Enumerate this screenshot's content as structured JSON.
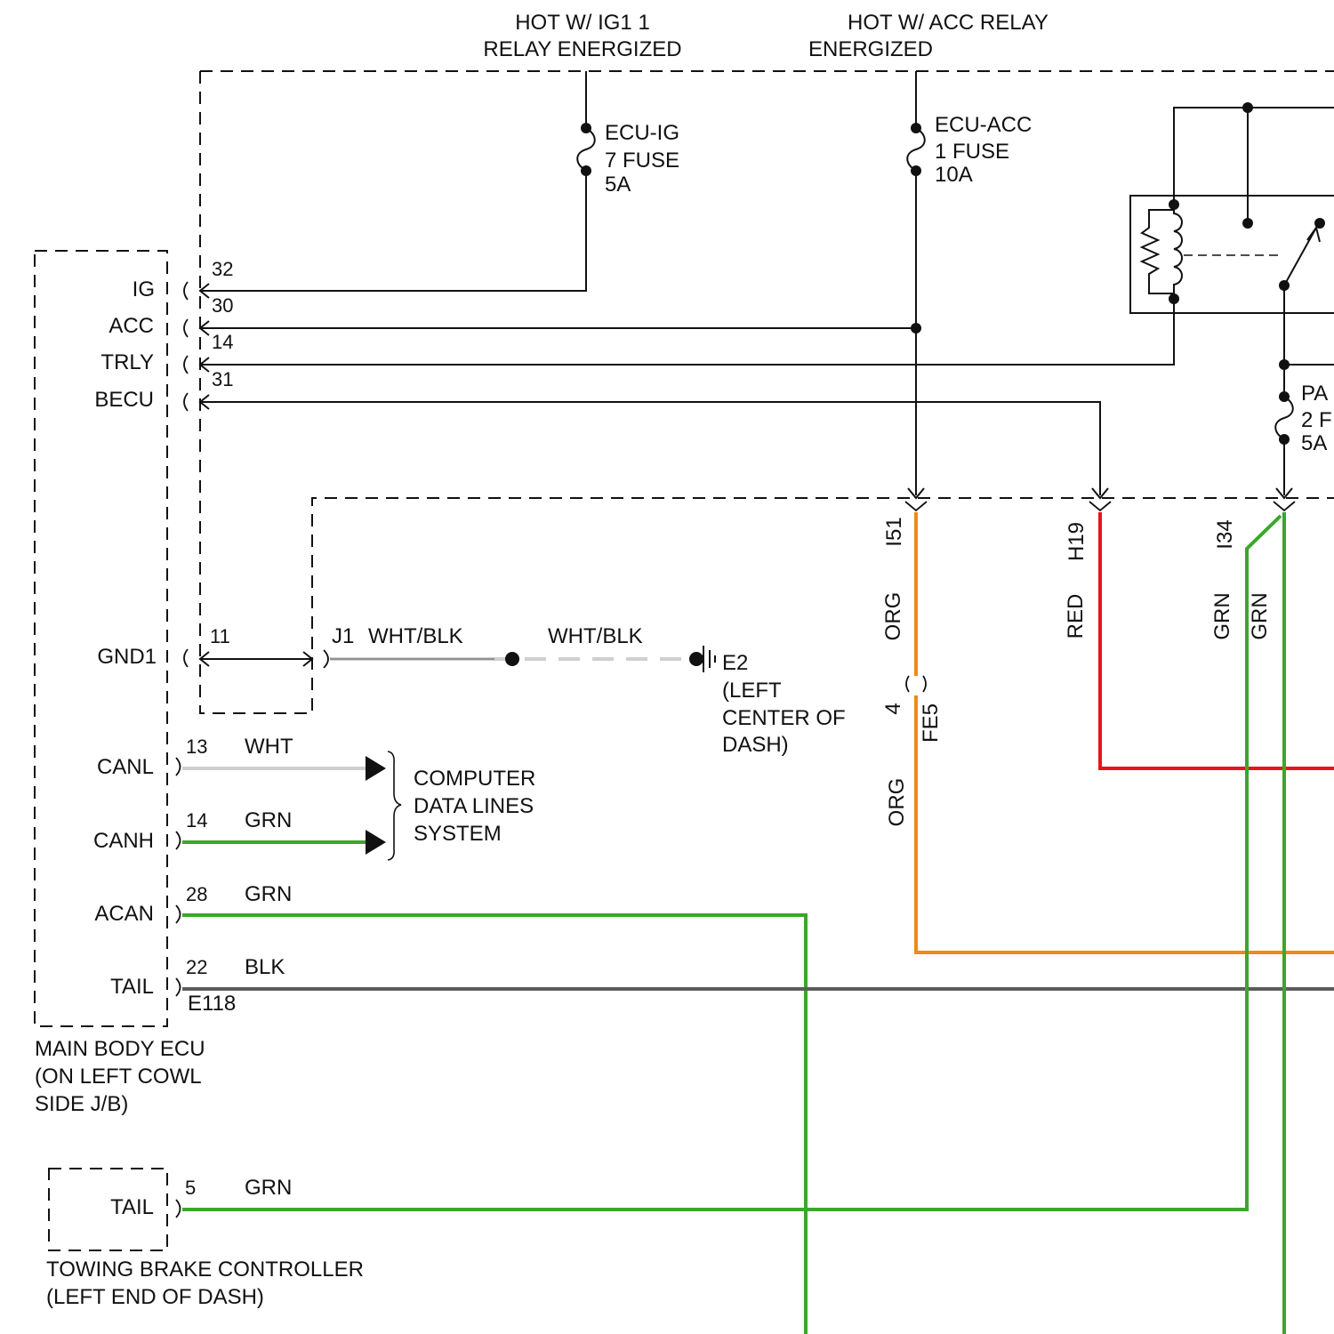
{
  "sources": {
    "ig1": {
      "line1": "HOT W/ IG1 1",
      "line2": "RELAY ENERGIZED"
    },
    "acc": {
      "line1": "HOT W/ ACC RELAY",
      "line2": "ENERGIZED"
    }
  },
  "fuses": {
    "ecu_ig": {
      "line1": "ECU-IG",
      "line2": "7 FUSE",
      "line3": "5A"
    },
    "ecu_acc": {
      "line1": "ECU-ACC",
      "line2": "1 FUSE",
      "line3": "10A"
    },
    "panel": {
      "line1": "PA",
      "line2": "2 F",
      "line3": "5A"
    }
  },
  "ecu": {
    "pins": [
      {
        "name": "IG",
        "number": "32"
      },
      {
        "name": "ACC",
        "number": "30"
      },
      {
        "name": "TRLY",
        "number": "14"
      },
      {
        "name": "BECU",
        "number": "31"
      },
      {
        "name": "GND1",
        "number": "11"
      },
      {
        "name": "CANL",
        "number": "13",
        "wire": "WHT"
      },
      {
        "name": "CANH",
        "number": "14",
        "wire": "GRN"
      },
      {
        "name": "ACAN",
        "number": "28",
        "wire": "GRN"
      },
      {
        "name": "TAIL",
        "number": "22",
        "wire": "BLK"
      }
    ],
    "connector": "E118",
    "caption": [
      "MAIN BODY ECU",
      "(ON LEFT COWL",
      "SIDE J/B)"
    ]
  },
  "ground": {
    "junction": "J1",
    "wire1": "WHT/BLK",
    "wire2": "WHT/BLK",
    "point": "E2",
    "location": [
      "(LEFT",
      "CENTER OF",
      "DASH)"
    ]
  },
  "data_lines": [
    "COMPUTER",
    "DATA LINES",
    "SYSTEM"
  ],
  "connectors": {
    "i51": {
      "id": "I51",
      "color": "ORG"
    },
    "fe5": {
      "pin": "4",
      "id": "FE5",
      "color": "ORG"
    },
    "h19": {
      "id": "H19",
      "color": "RED"
    },
    "i34": {
      "id": "I34",
      "color1": "GRN",
      "color2": "GRN"
    }
  },
  "towing": {
    "pin_name": "TAIL",
    "number": "5",
    "wire": "GRN",
    "caption": [
      "TOWING BRAKE CONTROLLER",
      "(LEFT END OF DASH)"
    ]
  },
  "colors": {
    "green": "#3aa72a",
    "orange": "#ee8a1a",
    "red": "#e8141c",
    "grey": "#5c5c5c",
    "light": "#cfcfcf"
  }
}
